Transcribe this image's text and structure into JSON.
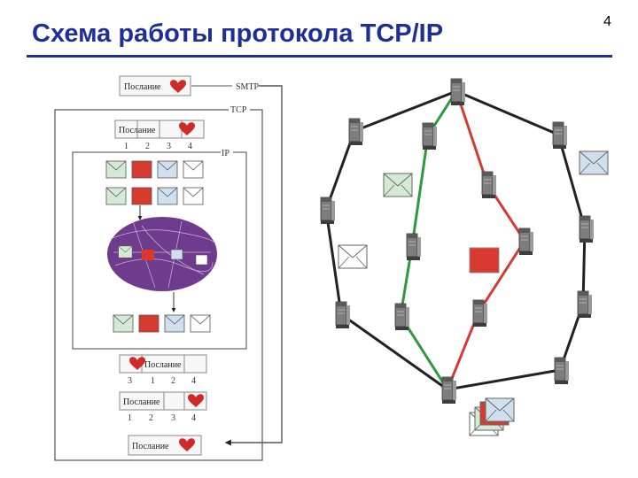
{
  "header": {
    "title": "Схема работы протокола TCP/IP",
    "page_number": "4"
  },
  "stack": {
    "message_label": "Послание",
    "smtp_label": "SMTP",
    "tcp_label": "TCP",
    "ip_label": "IP",
    "seq_top": [
      "1",
      "2",
      "3",
      "4"
    ],
    "seq_mixed": [
      "3",
      "1",
      "2",
      "4"
    ],
    "seq_sorted": [
      "1",
      "2",
      "3",
      "4"
    ]
  },
  "colors": {
    "title": "#1f2f9a",
    "heart": "#d02a28",
    "red_packet": "#d93a30",
    "green_packet": "#d5ead5",
    "blue_packet": "#cfe0ef",
    "ip_cloud": "#6f3b8c",
    "route_green": "#2e9a3a",
    "route_red": "#d63a35",
    "route_black": "#222222"
  },
  "icons": {
    "server": "server-icon",
    "envelope": "envelope-icon",
    "heart": "heart-icon"
  }
}
